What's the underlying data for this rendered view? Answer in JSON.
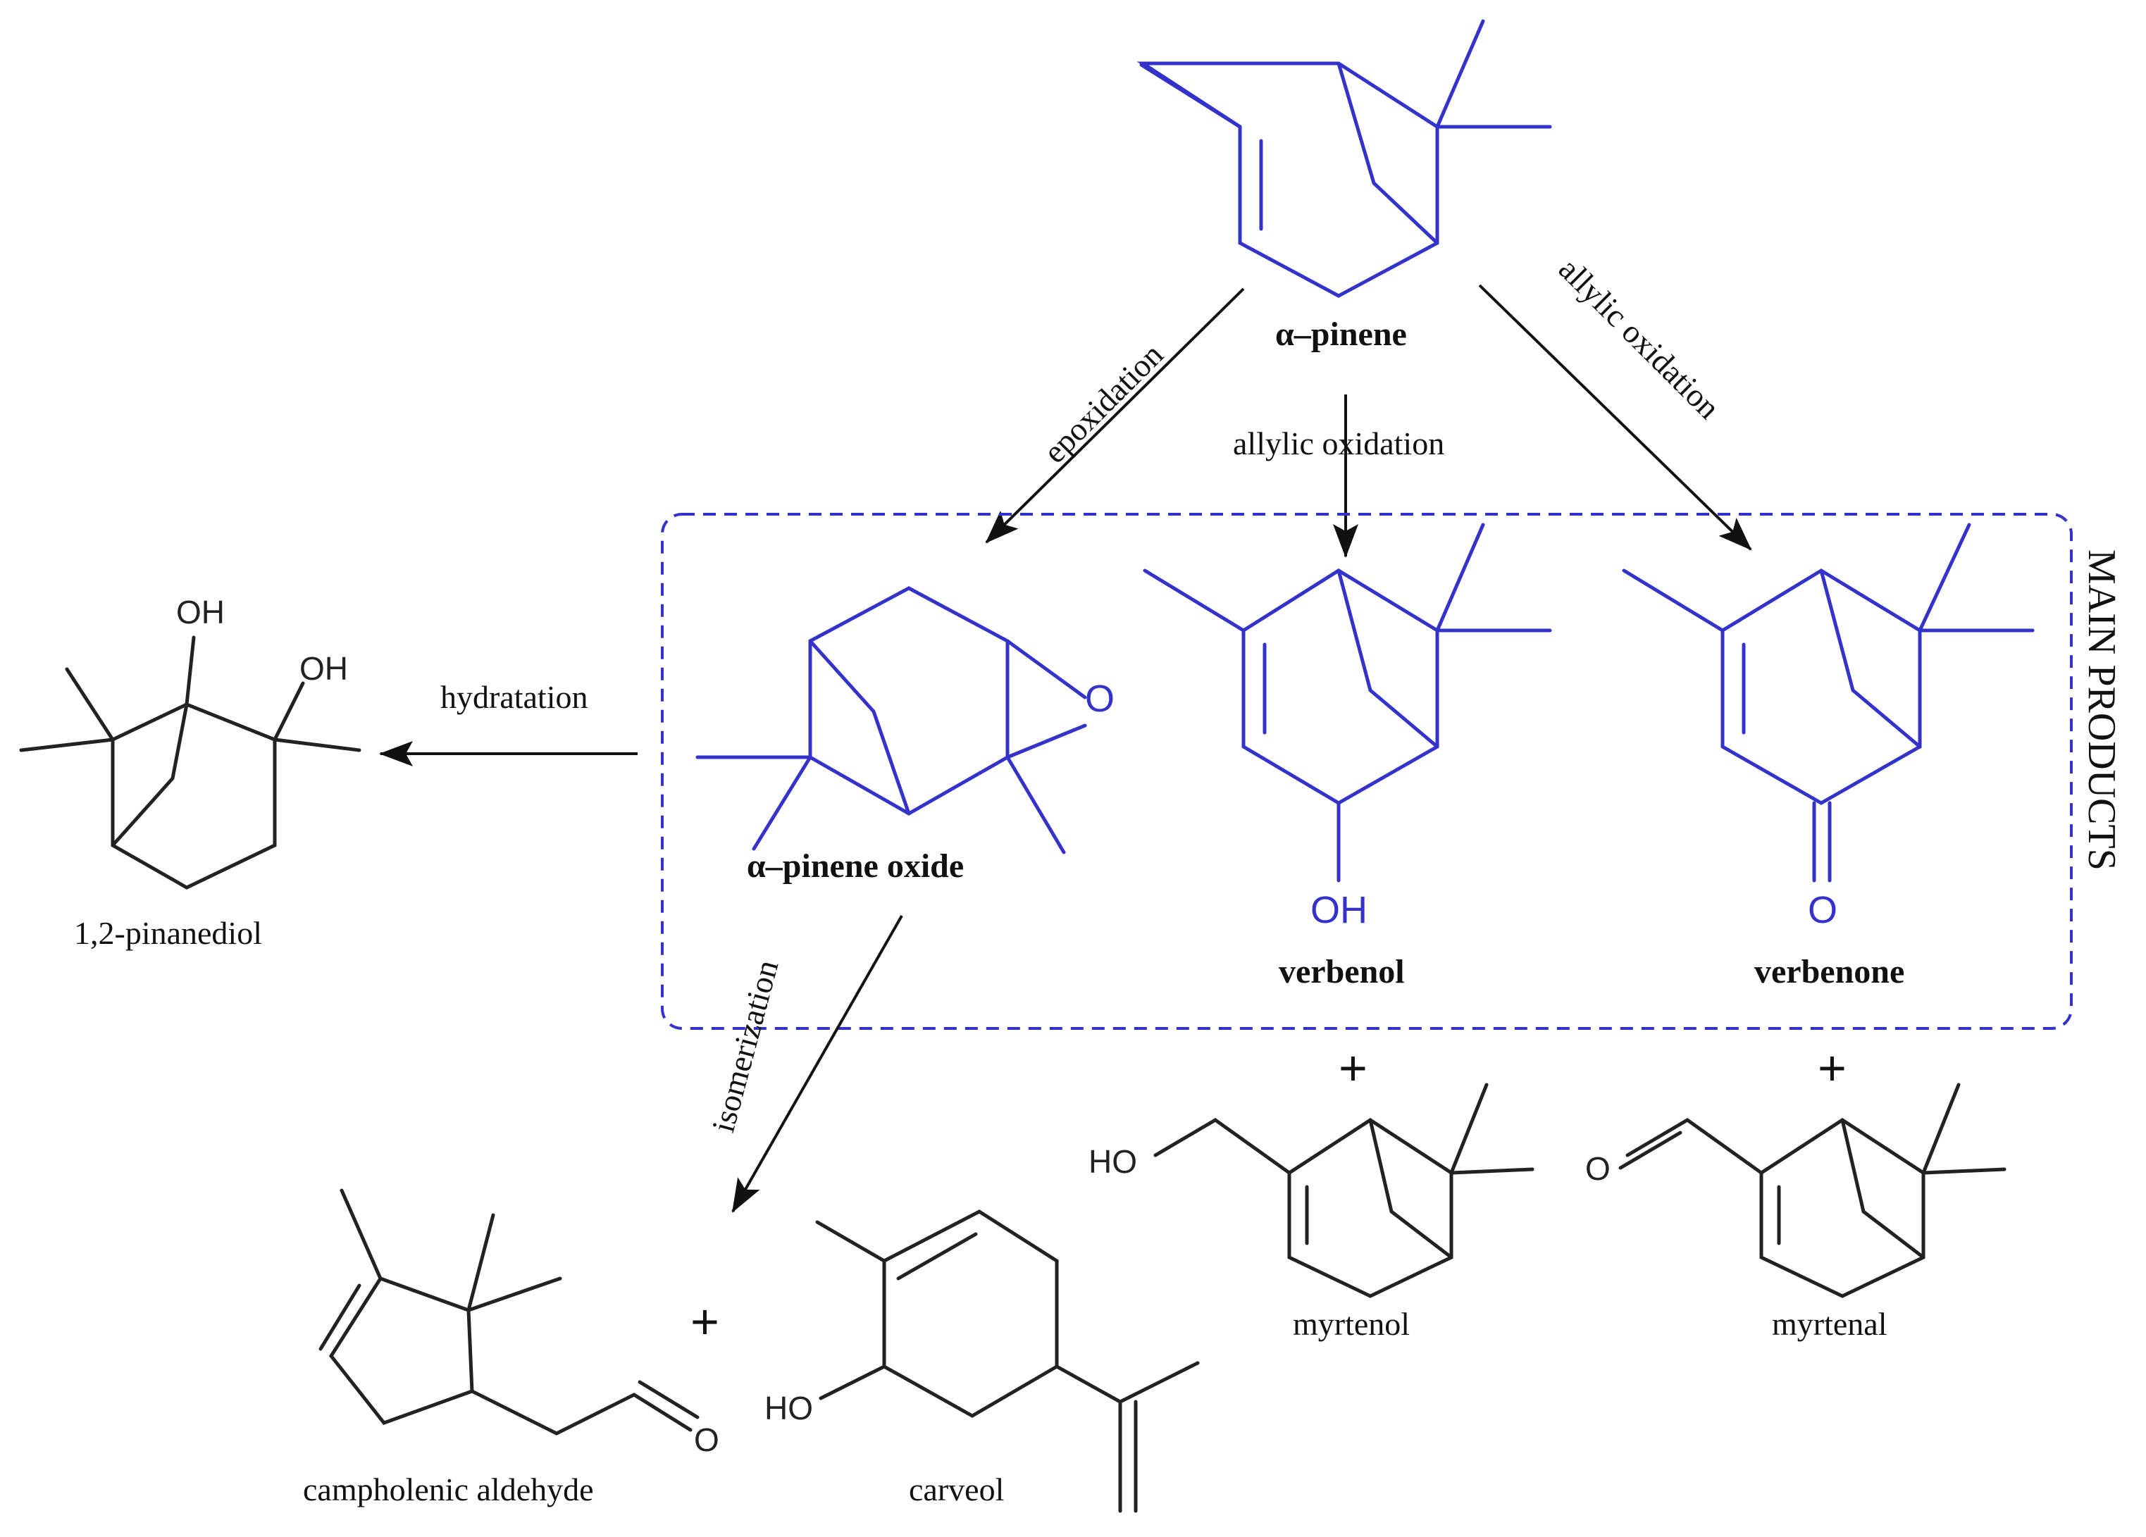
{
  "colors": {
    "main": "#3333cc",
    "other": "#222222"
  },
  "compounds": {
    "alpha_pinene": "α–pinene",
    "alpha_pinene_oxide": "α–pinene oxide",
    "verbenol": "verbenol",
    "verbenone": "verbenone",
    "pinanediol": "1,2-pinanediol",
    "campholenic_aldehyde": "campholenic aldehyde",
    "carveol": "carveol",
    "myrtenol": "myrtenol",
    "myrtenal": "myrtenal"
  },
  "reactions": {
    "epoxidation": "epoxidation",
    "allylic_oxidation_center": "allylic oxidation",
    "allylic_oxidation_right": "allylic oxidation",
    "hydratation": "hydratation",
    "isomerization": "isomerization"
  },
  "atoms": {
    "O": "O",
    "OH": "OH",
    "HO": "HO"
  },
  "plus": "+",
  "box_label": "MAIN PRODUCTS"
}
